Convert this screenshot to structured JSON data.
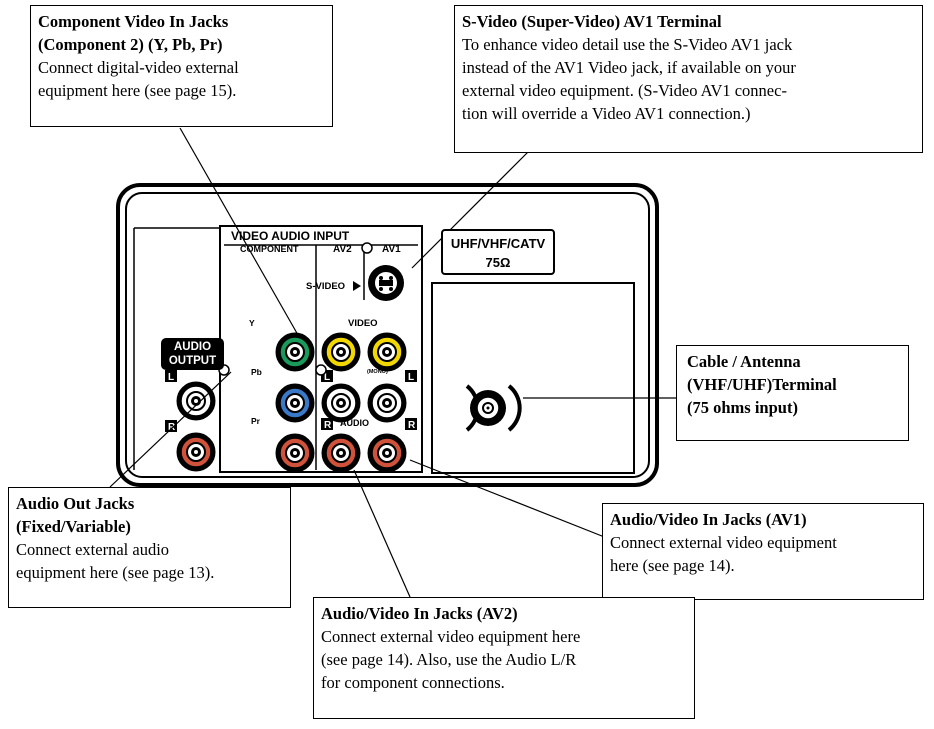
{
  "callouts": {
    "component": {
      "title_line1": "Component Video In Jacks",
      "title_line2": "(Component 2) (Y, Pb, Pr)",
      "body_line1": "Connect digital-video  external",
      "body_line2": "equipment here (see page 15)."
    },
    "svideo": {
      "title": "S-Video (Super-Video) AV1 Terminal",
      "body_line1": "To enhance video detail use the S-Video AV1 jack",
      "body_line2": "instead of the AV1 Video jack, if available on your",
      "body_line3": "external video equipment. (S-Video AV1 connec-",
      "body_line4": "tion will override a Video AV1 connection.)"
    },
    "antenna": {
      "title_line1": "Cable / Antenna",
      "title_line2": "(VHF/UHF)Terminal",
      "title_line3": "(75 ohms input)"
    },
    "audio_out": {
      "title_line1": "Audio Out Jacks",
      "title_line2": "(Fixed/Variable)",
      "body_line1": "Connect external audio",
      "body_line2": "equipment here (see page 13)."
    },
    "av1": {
      "title": "Audio/Video In Jacks (AV1)",
      "body_line1": "Connect external video equipment",
      "body_line2": "here (see page 14)."
    },
    "av2": {
      "title": "Audio/Video In Jacks (AV2)",
      "body_line1": "Connect external video equipment here",
      "body_line2": "(see page 14). Also, use the Audio L/R",
      "body_line3": "for component connections."
    }
  },
  "panel": {
    "video_audio_input": "VIDEO AUDIO INPUT",
    "component": "COMPONENT",
    "av2": "AV2",
    "av1": "AV1",
    "s_video": "S-VIDEO",
    "y": "Y",
    "pb": "Pb",
    "pr": "Pr",
    "video": "VIDEO",
    "mono": "(MONO)",
    "audio": "AUDIO",
    "l": "L",
    "r": "R",
    "uhf_line1": "UHF/VHF/CATV",
    "uhf_line2": "75Ω",
    "audio_output_line1": "AUDIO",
    "audio_output_line2": "OUTPUT"
  },
  "colors": {
    "green": "#1a9a5a",
    "yellow": "#f2d800",
    "blue": "#3a78c8",
    "red": "#d0523a",
    "white": "#ffffff"
  }
}
